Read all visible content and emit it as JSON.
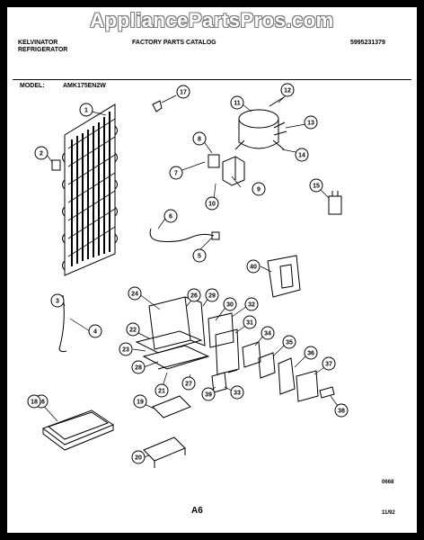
{
  "watermark": "AppliancePartsPros.com",
  "header": {
    "brand": "KELVINATOR",
    "product": "REFRIGERATOR",
    "catalog": "FACTORY PARTS CATALOG",
    "catalog_number": "5995231379",
    "model_label": "MODEL:",
    "model_number": "AMK175EN2W"
  },
  "footer": {
    "code": "0668",
    "page": "A6",
    "date": "11/92"
  },
  "callouts": [
    "1",
    "2",
    "3",
    "4",
    "5",
    "6",
    "7",
    "8",
    "9",
    "10",
    "11",
    "12",
    "13",
    "14",
    "15",
    "16",
    "17",
    "18",
    "19",
    "20",
    "21",
    "22",
    "23",
    "24",
    "26",
    "27",
    "28",
    "29",
    "30",
    "31",
    "32",
    "33",
    "34",
    "35",
    "36",
    "37",
    "38",
    "39",
    "40"
  ],
  "colors": {
    "background": "#ffffff",
    "ink": "#000000",
    "frame": "#000000"
  }
}
